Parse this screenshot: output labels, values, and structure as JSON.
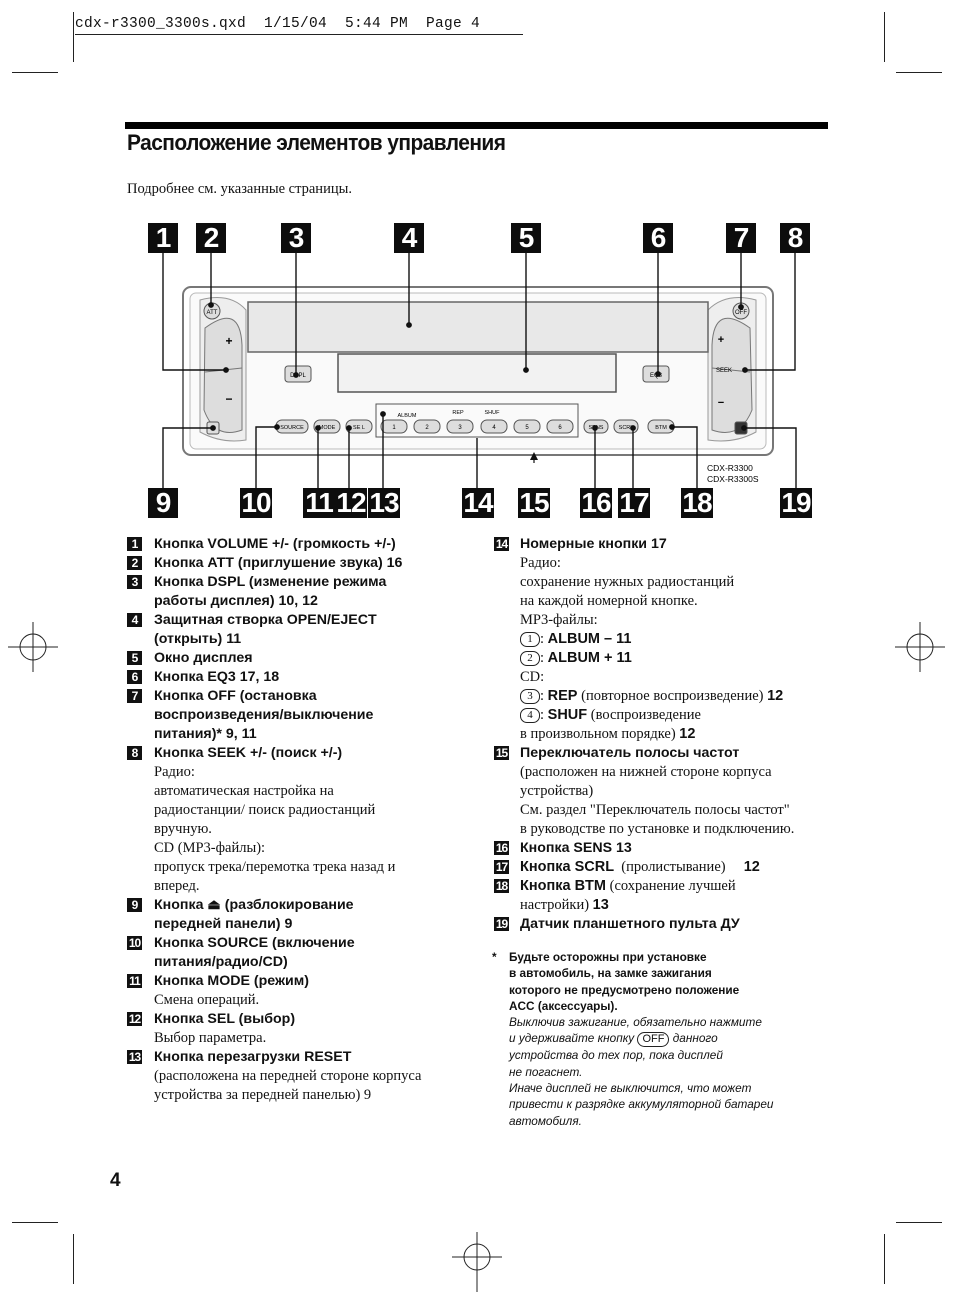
{
  "slug": "cdx-r3300_3300s.qxd  1/15/04  5:44 PM  Page 4",
  "page_title": "Расположение элементов управления",
  "intro": "Подробнее см. указанные страницы.",
  "callouts_top": [
    "1",
    "2",
    "3",
    "4",
    "5",
    "6",
    "7",
    "8"
  ],
  "callouts_bottom": [
    "9",
    "10",
    "11",
    "12",
    "13",
    "14",
    "15",
    "16",
    "17",
    "18",
    "19"
  ],
  "device": {
    "buttons": {
      "att": "ATT",
      "off": "OFF",
      "dspl": "DSPL",
      "eq3": "EQ3",
      "source": "SOURCE",
      "mode": "MODE",
      "sel": "SE L",
      "sens": "SENS",
      "scrl": "SCRL",
      "btm": "BTM",
      "seek": "SEEK",
      "plus": "+",
      "minus": "−",
      "presets": [
        "1",
        "2",
        "3",
        "4",
        "5",
        "6"
      ],
      "album": "ALBUM",
      "rep": "REP",
      "shuf": "SHUF"
    },
    "models": [
      "CDX-R3300",
      "CDX-R3300S"
    ]
  },
  "left_items": [
    {
      "num": "1",
      "lines": [
        "Кнопка VOLUME +/- (громкость +/-)"
      ]
    },
    {
      "num": "2",
      "lines": [
        "Кнопка ATT (приглушение звука) 16"
      ]
    },
    {
      "num": "3",
      "lines": [
        "Кнопка DSPL (изменение режима",
        "работы дисплея) 10, 12"
      ]
    },
    {
      "num": "4",
      "lines": [
        "Защитная створка OPEN/EJECT",
        "(открыть) 11"
      ]
    },
    {
      "num": "5",
      "lines": [
        "Окно дисплея"
      ]
    },
    {
      "num": "6",
      "lines": [
        "Кнопка EQ3  17, 18"
      ]
    },
    {
      "num": "7",
      "lines": [
        "Кнопка OFF (остановка",
        "воспроизведения/выключение",
        "питания)* 9, 11"
      ]
    },
    {
      "num": "8",
      "lines": [
        "Кнопка SEEK +/- (поиск +/-)"
      ],
      "sub": [
        "Радио:",
        "автоматическая настройка на",
        "радиостанции/ поиск радиостанций",
        "вручную.",
        "CD (MP3-файлы):",
        "пропуск трека/перемотка трека назад и",
        "вперед."
      ]
    },
    {
      "num": "9",
      "lines": [
        "Кнопка  ⏏ (разблокирование",
        "передней панели) 9"
      ]
    },
    {
      "num": "10",
      "lines": [
        "Кнопка SOURCE (включение",
        "питания/радио/CD)"
      ]
    },
    {
      "num": "11",
      "lines": [
        "Кнопка MODE (режим)"
      ],
      "sub": [
        "Смена операций."
      ]
    },
    {
      "num": "12",
      "lines": [
        "Кнопка SEL (выбор)"
      ],
      "sub": [
        "Выбор параметра."
      ]
    },
    {
      "num": "13",
      "lines": [
        "Кнопка перезагрузки RESET"
      ],
      "sub": [
        "(расположена на передней стороне корпуса",
        "устройства за передней панелью) 9"
      ]
    }
  ],
  "right_items": {
    "i14": {
      "num": "14",
      "title": "Номерные кнопки 17",
      "sub": [
        "Радио:",
        "сохранение нужных радиостанций",
        "на каждой номерной кнопке.",
        "MP3-файлы:"
      ],
      "p1": {
        "circle": "1",
        "label": "ALBUM – 11"
      },
      "p2": {
        "circle": "2",
        "label": "ALBUM + 11"
      },
      "cd": "CD:",
      "p3": {
        "circle": "3",
        "label": "REP",
        "desc": "(повторное воспроизведение)",
        "page": "12"
      },
      "p4": {
        "circle": "4",
        "label": "SHUF",
        "desc": "(воспроизведение",
        "desc2": "в произвольном порядке)",
        "page": "12"
      }
    },
    "i15": {
      "num": "15",
      "title": "Переключатель полосы частот",
      "sub": [
        "(расположен на нижней стороне корпуса",
        "устройства)",
        "См. раздел \"Переключатель полосы частот\"",
        "в руководстве по установке и подключению."
      ]
    },
    "i16": {
      "num": "16",
      "title": "Кнопка SENS 13"
    },
    "i17": {
      "num": "17",
      "title": "Кнопка SCRL",
      "desc": "(пролистывание)",
      "page": "12"
    },
    "i18": {
      "num": "18",
      "title": "Кнопка BTM",
      "desc": "(сохранение лучшей",
      "desc2": "настройки)",
      "page": "13"
    },
    "i19": {
      "num": "19",
      "title": "Датчик планшетного пульта ДУ"
    }
  },
  "note": {
    "star": "*",
    "bold": [
      "Будьте осторожны при установке",
      "в автомобиль, на замке зажигания",
      "которого не предусмотрено положение",
      "ACC (аксессуары)."
    ],
    "i1": "Выключив зажигание, обязательно нажмите",
    "i2a": "и удерживайте кнопку",
    "off": "OFF",
    "i2b": "данного",
    "i3": "устройства до тех пор, пока дисплей",
    "i4": "не погаснет.",
    "i5": "Иначе дисплей не выключится, что может",
    "i6": "привести к разрядке аккумуляторной батареи",
    "i7": "автомобиля."
  },
  "page_number": "4"
}
